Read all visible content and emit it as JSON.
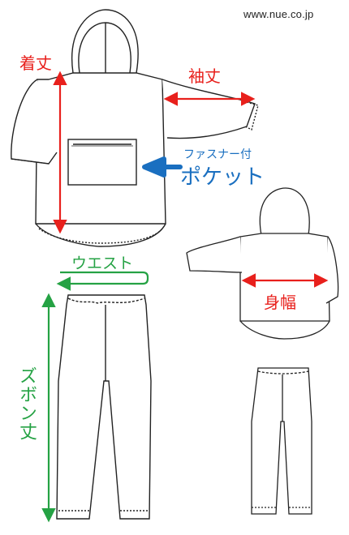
{
  "site_url": "www.nue.co.jp",
  "labels": {
    "length": "着丈",
    "sleeve": "袖丈",
    "pocket_line1": "ファスナー付",
    "pocket_line2": "ポケット",
    "waist": "ウエスト",
    "body_width": "身幅",
    "pants_length": "ズボン丈"
  },
  "colors": {
    "red": "#e8201c",
    "blue": "#1a6fc0",
    "green": "#25a244",
    "outline": "#222222"
  }
}
